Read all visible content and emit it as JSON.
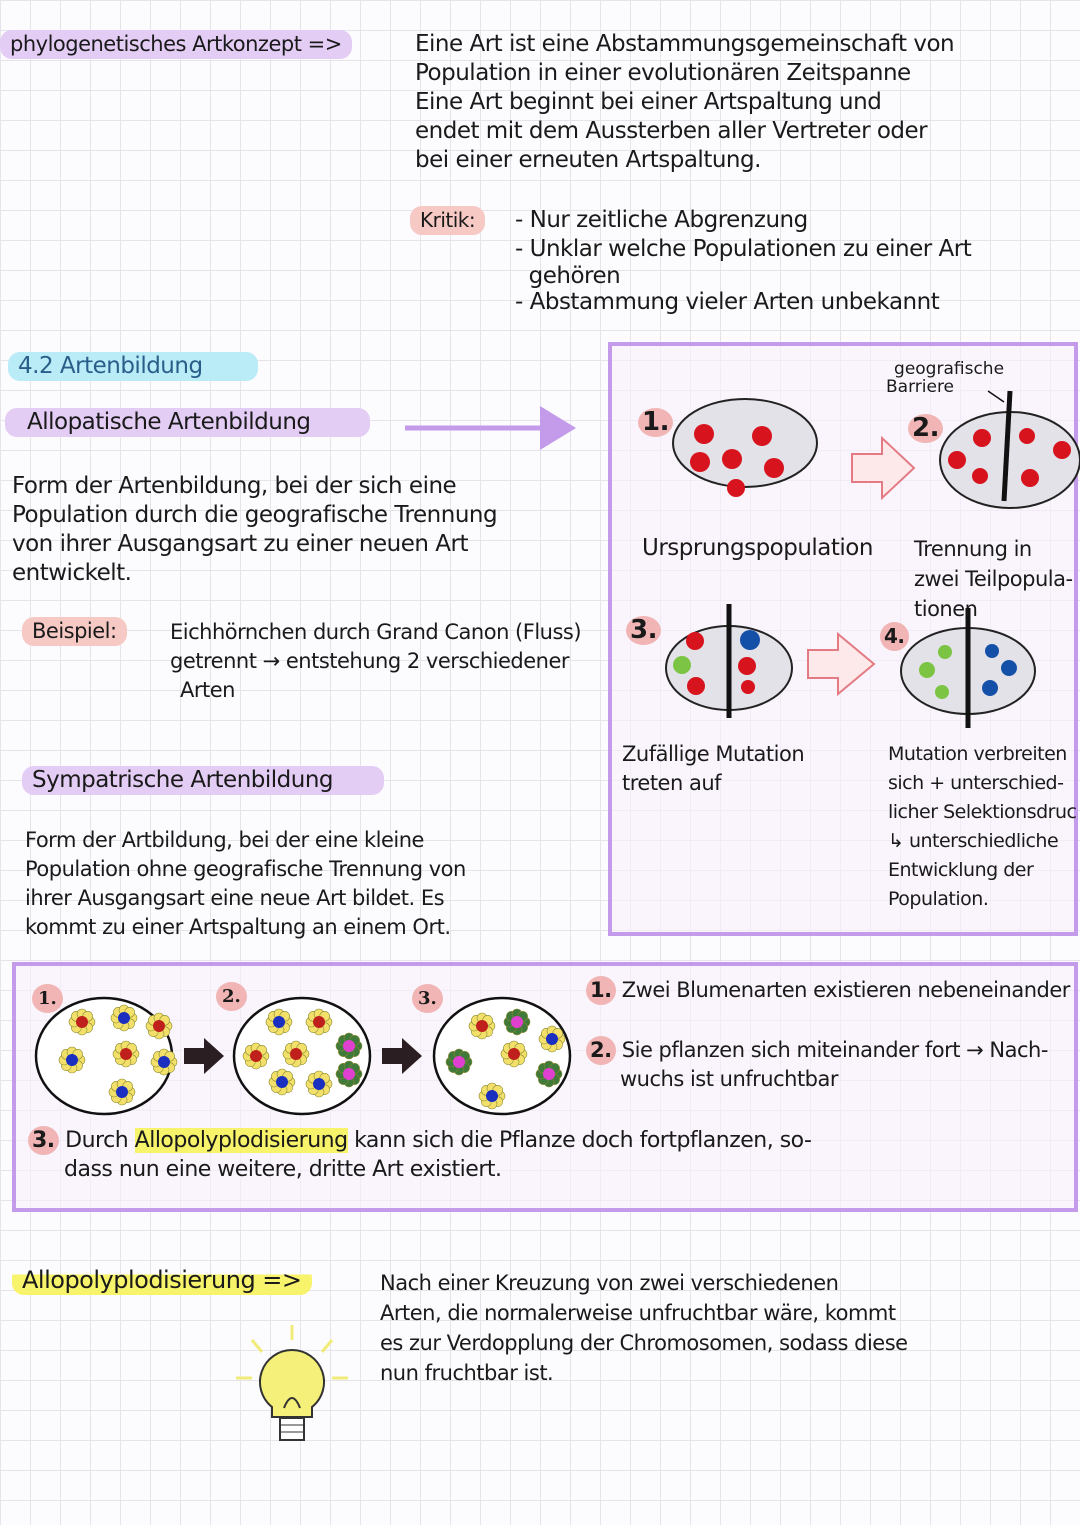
{
  "phylo": {
    "heading": "phylogenetisches Artkonzept =>",
    "definition": [
      "Eine Art ist eine Abstammungsgemeinschaft von",
      "Population in einer evolutionären Zeitspanne",
      "Eine Art beginnt bei einer Artspaltung und",
      "endet mit dem Aussterben aller Vertreter oder",
      "bei einer erneuten Artspaltung."
    ],
    "kritik_label": "Kritik:",
    "kritik": [
      "- Nur zeitliche Abgrenzung",
      "- Unklar welche Populationen zu einer Art",
      "  gehören",
      "- Abstammung vieler Arten unbekannt"
    ]
  },
  "section": {
    "title": "4.2 Artenbildung"
  },
  "allopatric": {
    "heading": "Allopatische Artenbildung",
    "text": [
      "Form der Artenbildung, bei der sich eine",
      "Population durch die geografische Trennung",
      "von ihrer Ausgangsart zu einer neuen Art",
      "entwickelt."
    ],
    "example_label": "Beispiel:",
    "example": [
      "Eichhörnchen durch Grand Canon (Fluss)",
      "getrennt → entstehung 2 verschiedener",
      "Arten"
    ]
  },
  "diagram": {
    "barrier_label": [
      "geografische",
      "Barriere"
    ],
    "steps": [
      {
        "num": "1.",
        "caption": [
          "Ursprungspopulation"
        ]
      },
      {
        "num": "2.",
        "caption": [
          "Trennung in",
          "zwei Teilpopula-",
          "tionen"
        ]
      },
      {
        "num": "3.",
        "caption": [
          "Zufällige Mutation",
          "treten auf"
        ]
      },
      {
        "num": "4.",
        "caption": [
          "Mutation verbreiten",
          "sich + unterschied-",
          "licher Selektionsdruck",
          "↳ unterschiedliche",
          "Entwicklung der",
          "Population."
        ]
      }
    ],
    "colors": {
      "red": "#d7141e",
      "blue": "#1550a8",
      "green": "#7cc444",
      "ellipse": "#e3e2e8",
      "frame": "#c39bea"
    }
  },
  "sympatric": {
    "heading": "Sympatrische Artenbildung",
    "text": [
      "Form der Artbildung, bei der eine kleine",
      "Population ohne geografische Trennung von",
      "ihrer Ausgangsart eine neue Art bildet. Es",
      "kommt zu einer Artspaltung an einem Ort."
    ]
  },
  "plants": {
    "labels": [
      "1.",
      "2.",
      "3."
    ],
    "notes": [
      {
        "num": "1.",
        "text": [
          "Zwei Blumenarten existieren nebeneinander"
        ]
      },
      {
        "num": "2.",
        "text": [
          "Sie pflanzen sich miteinander fort → Nach-",
          "wuchs ist unfruchtbar"
        ]
      },
      {
        "num": "3.",
        "text": [
          "Durch Allopolyplodisierung kann sich die Pflanze doch fortpflanzen, so-",
          "dass nun eine weitere, dritte Art existiert."
        ],
        "highlight": "Allopolyplodisierung"
      }
    ]
  },
  "allopoly": {
    "heading": "Allopolyplodisierung =>",
    "text": [
      "Nach einer Kreuzung von zwei verschiedenen",
      "Arten, die normalerweise unfruchtbar wäre, kommt",
      "es zur Verdopplung der Chromosomen, sodass diese",
      "nun fruchtbar ist."
    ],
    "icon": "lightbulb-icon"
  }
}
